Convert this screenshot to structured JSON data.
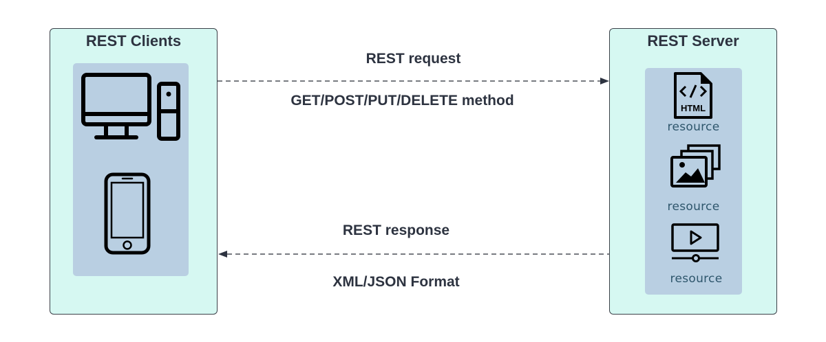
{
  "clients": {
    "title": "REST Clients",
    "devices": [
      {
        "icon": "desktop-computer-icon"
      },
      {
        "icon": "smartphone-icon"
      }
    ]
  },
  "server": {
    "title": "REST Server",
    "resources": [
      {
        "icon": "html-file-icon",
        "label": "resource"
      },
      {
        "icon": "image-gallery-icon",
        "label": "resource"
      },
      {
        "icon": "video-player-icon",
        "label": "resource"
      }
    ]
  },
  "request": {
    "label": "REST request",
    "sublabel": "GET/POST/PUT/DELETE method",
    "direction": "client-to-server"
  },
  "response": {
    "label": "REST response",
    "sublabel": "XML/JSON Format",
    "direction": "server-to-client"
  },
  "colors": {
    "box_fill": "#d6f8f2",
    "inner_fill": "#b9cfe2",
    "text": "#2d3340",
    "resource_text": "#2e566c",
    "arrow": "#4a4f57"
  }
}
